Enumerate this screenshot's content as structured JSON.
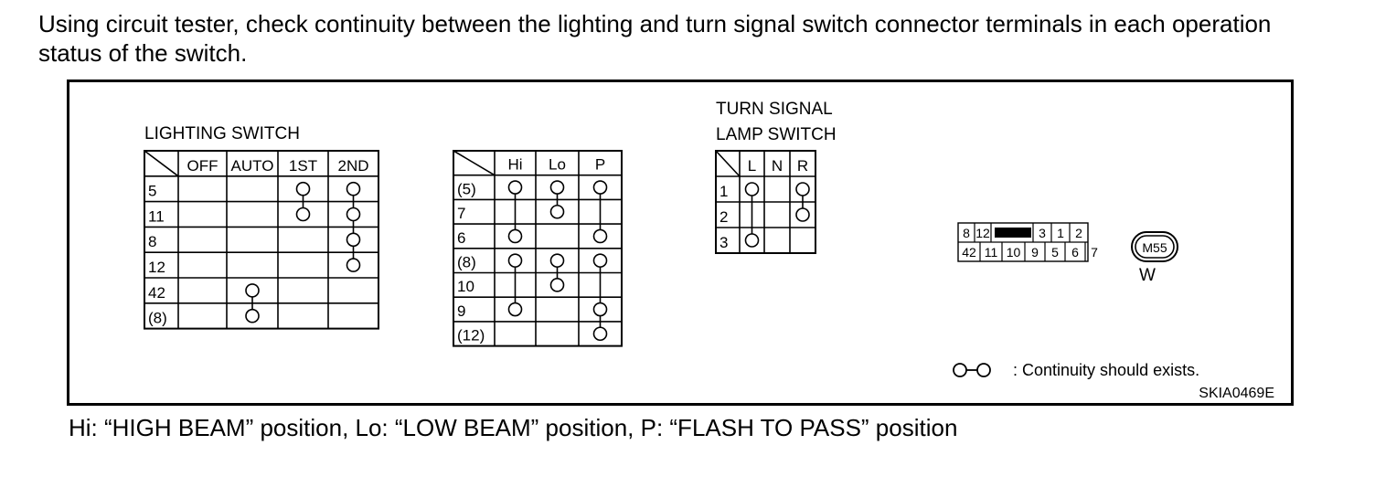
{
  "intro_text": "Using circuit tester, check continuity between the lighting and turn signal switch connector terminals in each operation status of the switch.",
  "lighting_switch": {
    "title": "LIGHTING SWITCH",
    "columns": [
      "OFF",
      "AUTO",
      "1ST",
      "2ND"
    ],
    "rows": [
      "5",
      "11",
      "8",
      "12",
      "42",
      "(8)"
    ],
    "continuity": [
      {
        "column": "1ST",
        "terminals": [
          "5",
          "11"
        ]
      },
      {
        "column": "2ND",
        "terminals": [
          "5",
          "11",
          "8",
          "12"
        ]
      },
      {
        "column": "AUTO",
        "terminals": [
          "42",
          "(8)"
        ]
      }
    ]
  },
  "beam_switch": {
    "columns": [
      "Hi",
      "Lo",
      "P"
    ],
    "rows": [
      "(5)",
      "7",
      "6",
      "(8)",
      "10",
      "9",
      "(12)"
    ],
    "continuity": [
      {
        "column": "Hi",
        "terminals": [
          "(5)",
          "6"
        ]
      },
      {
        "column": "Hi",
        "terminals": [
          "(8)",
          "9"
        ]
      },
      {
        "column": "Lo",
        "terminals": [
          "(5)",
          "7"
        ]
      },
      {
        "column": "Lo",
        "terminals": [
          "(8)",
          "10"
        ]
      },
      {
        "column": "P",
        "terminals": [
          "(5)",
          "6"
        ]
      },
      {
        "column": "P",
        "terminals": [
          "(8)",
          "9",
          "(12)"
        ]
      }
    ]
  },
  "turn_signal_switch": {
    "title_line1": "TURN SIGNAL",
    "title_line2": "LAMP SWITCH",
    "columns": [
      "L",
      "N",
      "R"
    ],
    "rows": [
      "1",
      "2",
      "3"
    ],
    "continuity": [
      {
        "column": "L",
        "terminals": [
          "1",
          "3"
        ]
      },
      {
        "column": "R",
        "terminals": [
          "1",
          "2"
        ]
      }
    ]
  },
  "connector": {
    "top_row": [
      "8",
      "12",
      "",
      "3",
      "1",
      "2"
    ],
    "bottom_row": [
      "42",
      "11",
      "10",
      "9",
      "5",
      "6",
      "7"
    ],
    "badge": "M55",
    "color": "W"
  },
  "legend": {
    "text": ": Continuity should exists."
  },
  "figure_code": "SKIA0469E",
  "footnote": "Hi: “HIGH BEAM” position, Lo: “LOW BEAM” position, P: “FLASH TO PASS” position"
}
